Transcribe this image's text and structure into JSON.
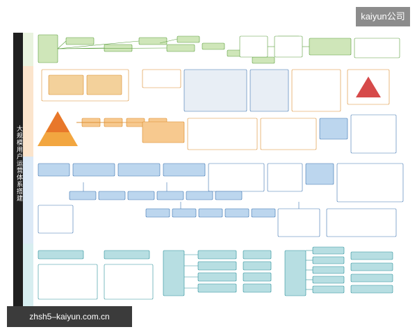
{
  "watermark": {
    "top_right": "kaiyun公司",
    "bottom_left": "zhsh5–kaiyun.com.cn"
  },
  "poster": {
    "title": "大规模用户运营体系搭建"
  },
  "colors": {
    "spine": "#1f1f1f",
    "band_green": "#e9f3df",
    "band_orange": "#fbe4cc",
    "band_blue": "#dce9f6",
    "band_teal": "#d7eef0",
    "box_green": "#cfe6b9",
    "box_orange": "#f7c98f",
    "box_blue": "#bcd6ee",
    "box_teal": "#b7dee2",
    "line_green": "#5a9e3d",
    "line_orange": "#d98a2b",
    "line_blue": "#3b73b0",
    "line_teal": "#2a8f99"
  }
}
